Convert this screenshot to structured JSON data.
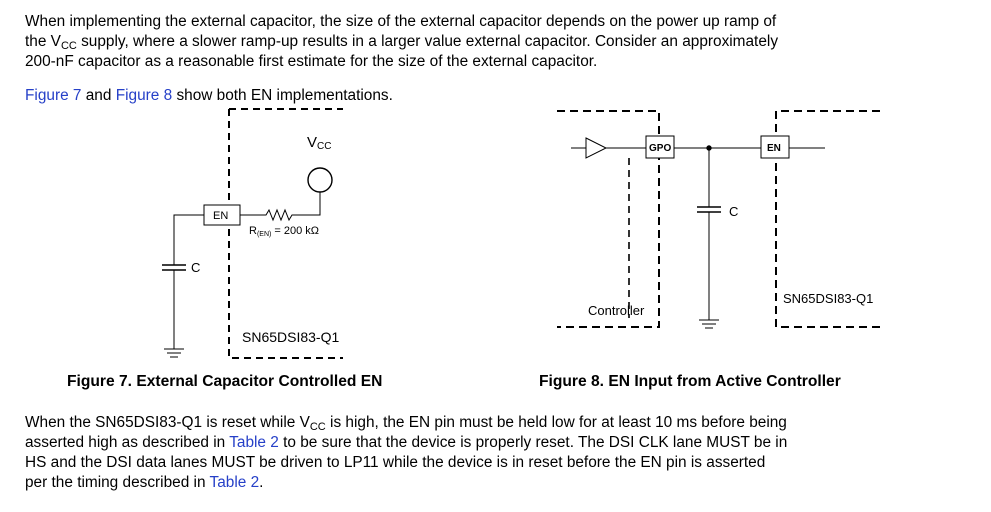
{
  "intro": {
    "line1": "When implementing the external capacitor, the size of the external capacitor depends on the power up ramp of",
    "line2_a": "the V",
    "line2_sub": "CC",
    "line2_b": " supply, where a slower ramp-up results in a larger value external capacitor. Consider an approximately",
    "line3": "200-nF capacitor as a reasonable first estimate for the size of the external capacitor."
  },
  "refs": {
    "figure7_link": "Figure 7",
    "and": " and ",
    "figure8_link": "Figure 8",
    "rest": " show both EN implementations."
  },
  "figure7": {
    "vcc_main": "V",
    "vcc_sub": "CC",
    "en_label": "EN",
    "resistor_main": "R",
    "resistor_sub": "(EN)",
    "resistor_value": " = 200 kΩ",
    "cap_label": "C",
    "device_label": "SN65DSI83-Q1",
    "caption": "Figure 7. External Capacitor Controlled EN"
  },
  "figure8": {
    "gpo_label": "GPO",
    "en_label": "EN",
    "cap_label": "C",
    "controller_label": "Controller",
    "device_label": "SN65DSI83-Q1",
    "caption": "Figure 8. EN Input from Active Controller"
  },
  "reset_para": {
    "line1_a": "When the SN65DSI83-Q1 is reset while V",
    "line1_sub": "CC",
    "line1_b": " is high, the EN pin must be held low for at least 10 ms before being",
    "line2_a": "asserted high as described in ",
    "line2_link": "Table 2",
    "line2_b": " to be sure that the device is properly reset. The DSI CLK lane MUST be in",
    "line3": "HS and the DSI data lanes MUST be driven to LP11 while the device is in reset before the EN pin is asserted",
    "line4_a": "per the timing described in ",
    "line4_link": "Table 2",
    "line4_b": "."
  }
}
